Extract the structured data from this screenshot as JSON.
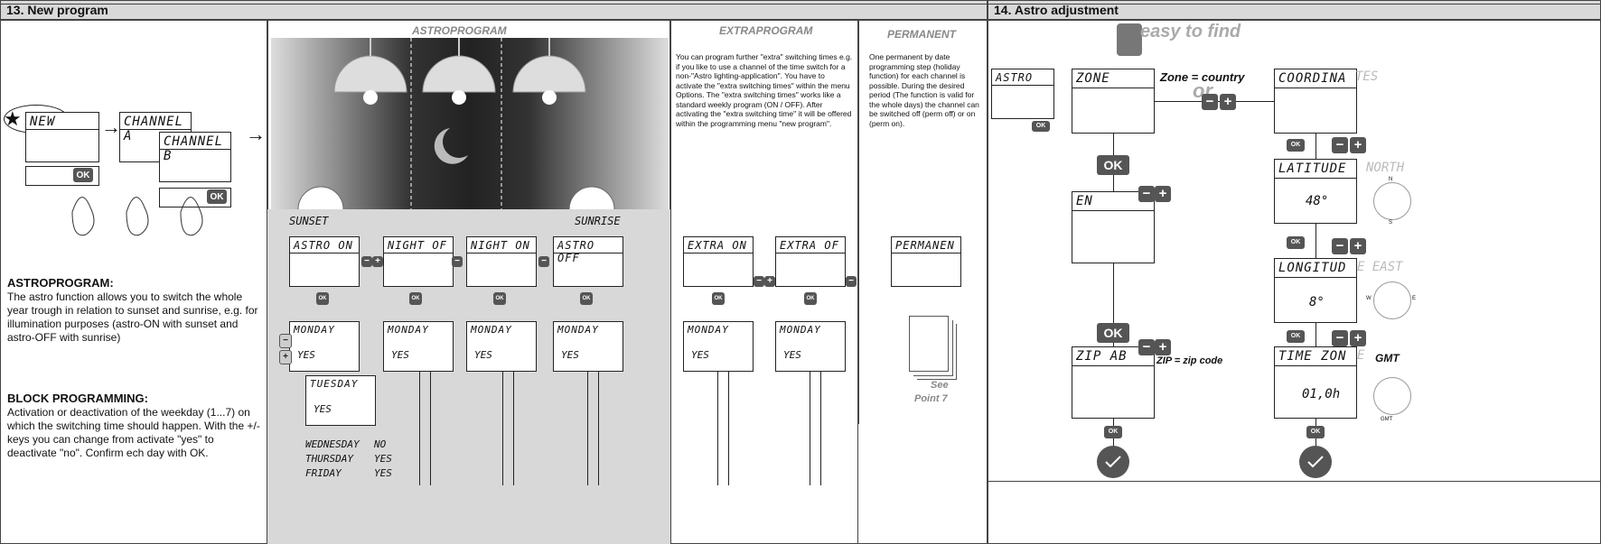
{
  "sections": {
    "new_program_title": "13. New program",
    "astro_adjust_title": "14. Astro adjustment"
  },
  "left": {
    "lcd_new": "NEW",
    "lcd_channel_a": "CHANNEL A",
    "lcd_channel_b": "CHANNEL B",
    "ok": "OK",
    "astro_heading": "ASTROPROGRAM:",
    "astro_text": "The astro function allows you to switch the whole year trough in relation to sunset and sunrise, e.g. for illumination purposes (astro-ON with sunset and astro-OFF with sunrise)",
    "block_heading": "BLOCK PROGRAMMING:",
    "block_text": "Activation or deactivation of the weekday (1...7) on which the switching time should happen. With the +/- keys you can change from activate \"yes\" to deactivate \"no\". Confirm ech day with OK."
  },
  "astro": {
    "title": "ASTROPROGRAM",
    "sunset": "SUNSET",
    "sunrise": "SUNRISE",
    "lcds": [
      "ASTRO ON",
      "NIGHT OF",
      "NIGHT ON",
      "ASTRO OFF"
    ],
    "day": "MONDAY",
    "yes": "YES",
    "tuesday": "TUESDAY",
    "days_list": [
      {
        "day": "WEDNESDAY",
        "val": "NO"
      },
      {
        "day": "THURSDAY",
        "val": "YES"
      },
      {
        "day": "FRIDAY",
        "val": "YES"
      }
    ]
  },
  "extra": {
    "title": "EXTRAPROGRAM",
    "text": "You can program further \"extra\" switching times e.g. if you like to use a channel of the time switch for a non-\"Astro lighting-application\". You have to activate the \"extra switching times\" within the menu Options. The \"extra switching times\" works like a standard weekly program (ON / OFF). After activating the \"extra switching time\" it will be offered within the programming menu \"new program\".",
    "lcds": [
      "EXTRA ON",
      "EXTRA OF"
    ],
    "day": "MONDAY",
    "yes": "YES"
  },
  "permanent": {
    "title": "PERMANENT",
    "text": "One permanent by date programming step (holiday function) for each channel is possible. During the desired period (The function is valid for the whole days) the channel can be switched off (perm off) or on (perm on).",
    "lcd": "PERMANEN",
    "see": "See",
    "point": "Point 7"
  },
  "adjust": {
    "logo_text": "easy to find",
    "lcd_astro": "ASTRO",
    "lcd_zone": "ZONE",
    "zone_label": "Zone = country",
    "or": "or",
    "lcd_coord": "COORDINA",
    "coord_ghost": "TES",
    "lcd_en": "EN",
    "lcd_zip": "ZIP AB",
    "zip_label": "ZIP = zip code",
    "lcd_lat": "LATITUDE",
    "lat_ghost": "NORTH",
    "lat_val": "48°",
    "lcd_long": "LONGITUD",
    "long_ghost": "E EAST",
    "long_val": "8°",
    "lcd_time": "TIME ZON",
    "time_ghost": "E",
    "gmt": "GMT",
    "time_val": "01,0h",
    "compass_n": "N",
    "compass_s": "S",
    "compass_w": "W",
    "compass_e": "E",
    "ok": "OK"
  }
}
